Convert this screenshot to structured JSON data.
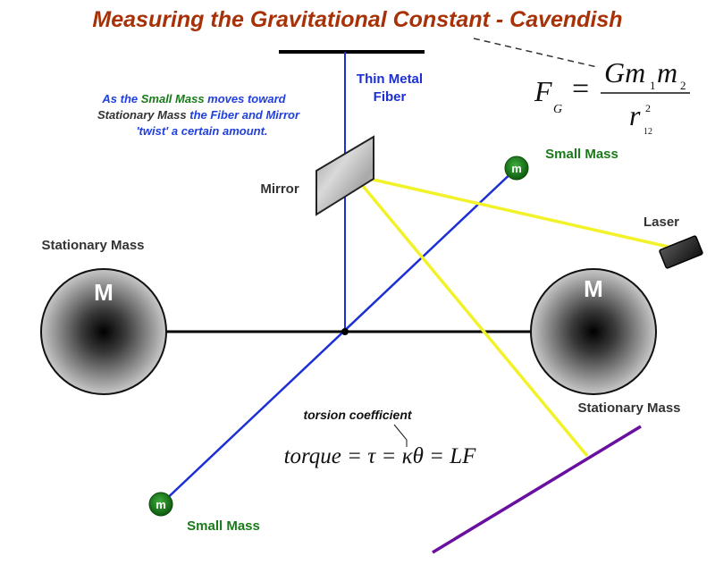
{
  "title": "Measuring the Gravitational Constant - Cavendish",
  "formula": {
    "lhs": "F",
    "lhs_sub": "G",
    "equals": "=",
    "numerator_G": "Gm",
    "numerator_sub1": "1",
    "numerator_m": "m",
    "numerator_sub2": "2",
    "denominator_r": "r",
    "denominator_sup": "2",
    "denominator_sub": "12"
  },
  "labels": {
    "fiber_line1": "Thin Metal",
    "fiber_line2": "Fiber",
    "mirror": "Mirror",
    "laser": "Laser",
    "small_mass_top": "Small Mass",
    "small_mass_bottom": "Small Mass",
    "stationary_mass_left": "Stationary Mass",
    "stationary_mass_right": "Stationary Mass",
    "large_mass_symbol": "M",
    "small_mass_symbol": "m",
    "torsion_coefficient": "torsion coefficient"
  },
  "note": {
    "l1_a": "As the ",
    "l1_b": "Small Mass",
    "l1_c": " moves toward",
    "l2_a": "Stationary Mass",
    "l2_b": " the Fiber and Mirror",
    "l3": "'twist' a certain amount."
  },
  "torque_equation": "torque = τ = κθ = LF",
  "colors": {
    "title": "#a83208",
    "fiber": "#1c2fd6",
    "beam": "#f2f22a",
    "screen": "#6a10a0",
    "small_mass": "#1a7a1a",
    "note_blue": "#1f3fe0",
    "note_green": "#1a7a1a",
    "note_gray": "#333333"
  }
}
